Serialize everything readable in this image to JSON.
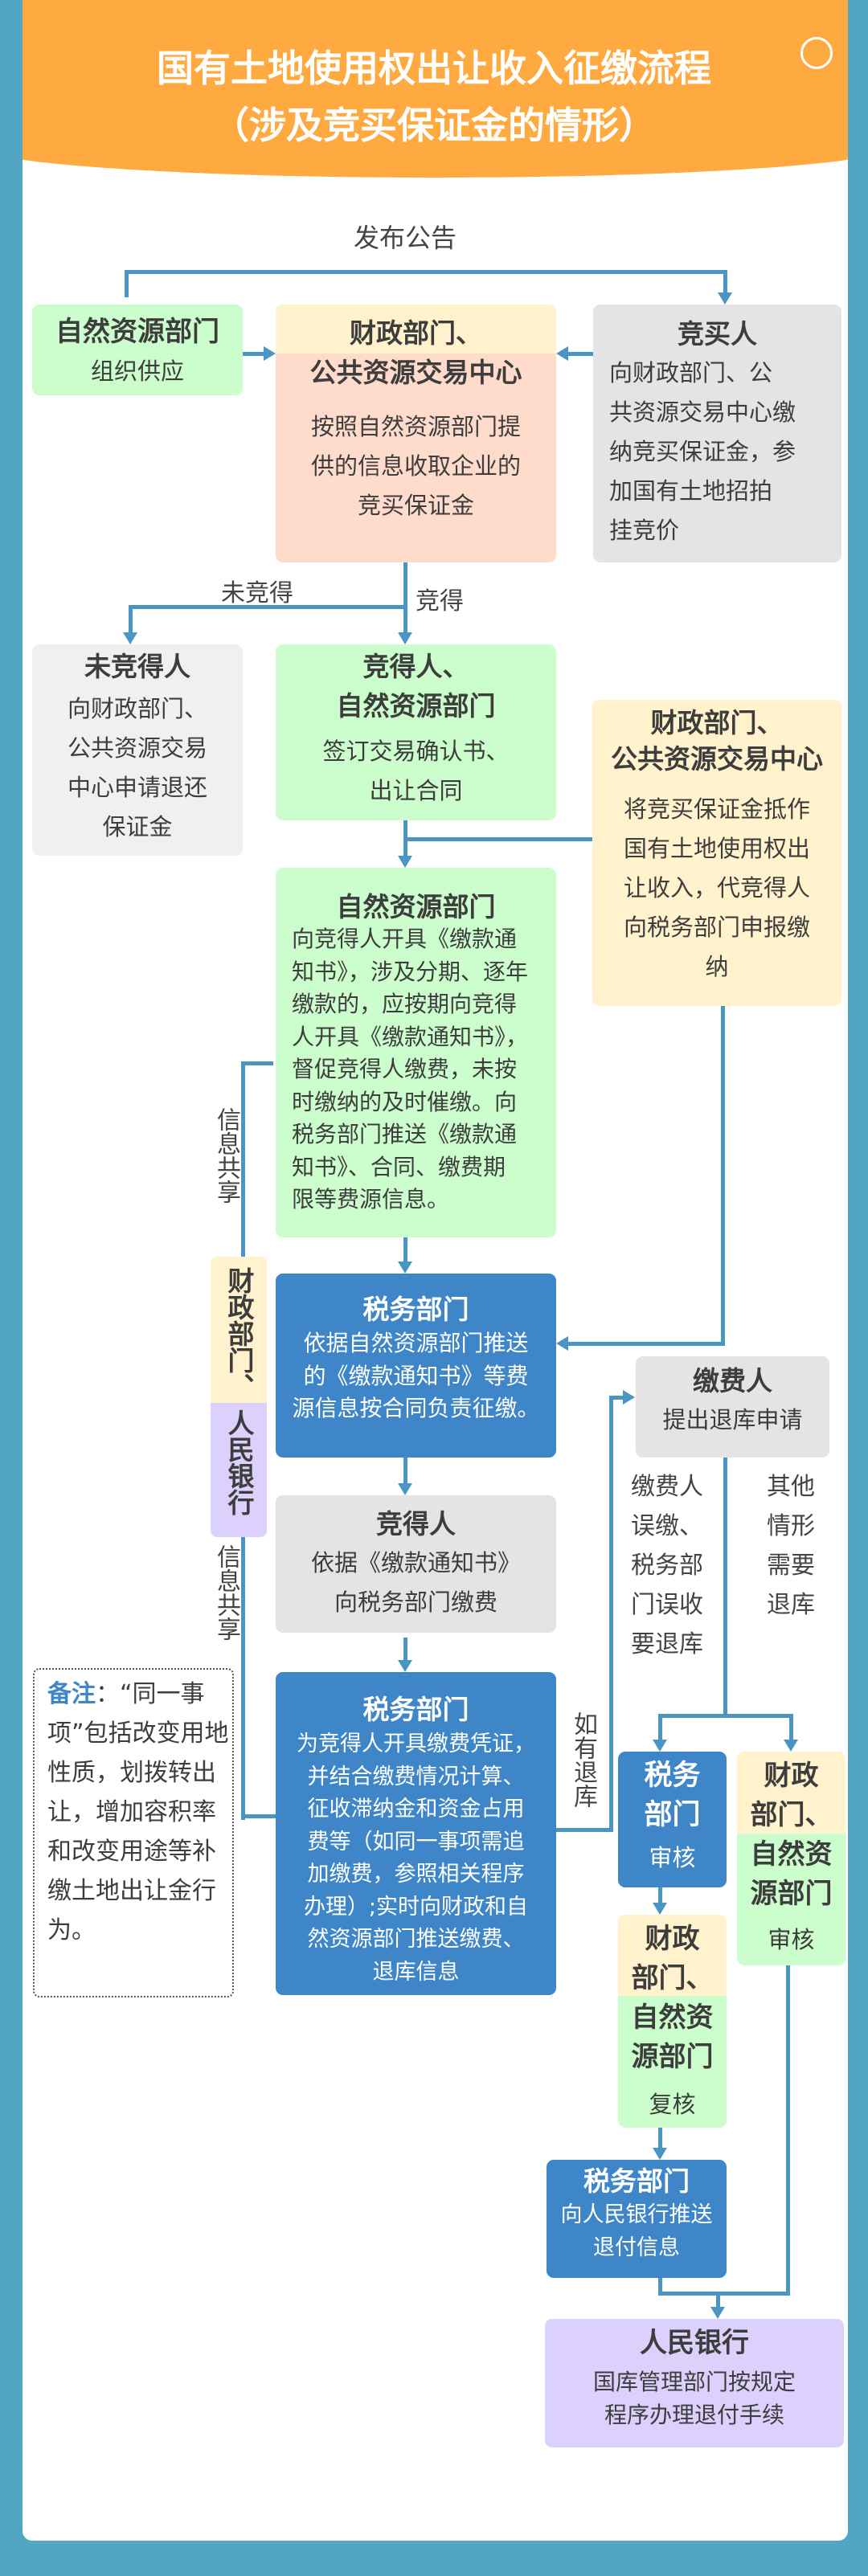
{
  "header": {
    "title_line1": "国有土地使用权出让收入征缴流程",
    "title_line2": "（涉及竞买保证金的情形）"
  },
  "labels": {
    "announce": "发布公告",
    "not_won": "未竞得",
    "won": "竞得",
    "info_share_1": "信息共享",
    "info_share_2": "信息共享",
    "refund_if": "如有退库",
    "refund_reason_1": "缴费人\n误缴、\n税务部\n门误收\n要退库",
    "refund_reason_2": "其他\n情形\n需要\n退库"
  },
  "boxes": {
    "natural_supply": {
      "title": "自然资源部门",
      "body": "组织供应"
    },
    "finance_deposit": {
      "title1": "财政部门、",
      "title2": "公共资源交易中心",
      "body": "按照自然资源部门提\n供的信息收取企业的\n竞买保证金"
    },
    "bidder": {
      "title": "竞买人",
      "body": "向财政部门、公\n共资源交易中心缴\n纳竞买保证金，参\n加国有土地招拍\n挂竞价"
    },
    "loser": {
      "title": "未竞得人",
      "body": "向财政部门、\n公共资源交易\n中心申请退还\n保证金"
    },
    "winner_natural": {
      "title": "竞得人、\n自然资源部门",
      "body": "签订交易确认书、\n出让合同"
    },
    "finance_offset": {
      "title": "财政部门、\n公共资源交易中心",
      "body": "将竞买保证金抵作\n国有土地使用权出\n让收入，代竞得人\n向税务部门申报缴\n纳"
    },
    "natural_notice": {
      "title": "自然资源部门",
      "body": "向竞得人开具《缴款通\n知书》，涉及分期、逐年\n缴款的，应按期向竞得\n人开具《缴款通知书》，\n督促竞得人缴费，未按\n时缴纳的及时催缴。向\n税务部门推送《缴款通\n知书》、合同、缴费期\n限等费源信息。"
    },
    "tax_collect": {
      "title": "税务部门",
      "body": "依据自然资源部门推送\n的《缴款通知书》等费\n源信息按合同负责征缴。"
    },
    "winner_pay": {
      "title": "竞得人",
      "body": "依据《缴款通知书》\n向税务部门缴费"
    },
    "tax_voucher": {
      "title": "税务部门",
      "body": "为竞得人开具缴费凭证，\n并结合缴费情况计算、\n征收滞纳金和资金占用\n费等（如同一事项需追\n加缴费，参照相关程序\n办理）;实时向财政和自\n然资源部门推送缴费、\n退库信息"
    },
    "side": {
      "top": "财政部门、",
      "bottom": "人民银行"
    },
    "payer": {
      "title": "缴费人",
      "body": "提出退库申请"
    },
    "tax_review": {
      "title": "税务\n部门",
      "body": "审核"
    },
    "fin_nat_review": {
      "title1": "财政\n部门、",
      "title2": "自然资\n源部门",
      "body": "审核"
    },
    "fin_nat_recheck": {
      "title1": "财政\n部门、",
      "title2": "自然资\n源部门",
      "body": "复核"
    },
    "tax_push": {
      "title": "税务部门",
      "body": "向人民银行推送\n退付信息"
    },
    "pboc": {
      "title": "人民银行",
      "body": "国库管理部门按规定\n程序办理退付手续"
    }
  },
  "note": {
    "key": "备注",
    "text": "：“同一事项”包括改变用地性质，划拨转出让，增加容积率和改变用途等补缴土地出让金行为。"
  }
}
